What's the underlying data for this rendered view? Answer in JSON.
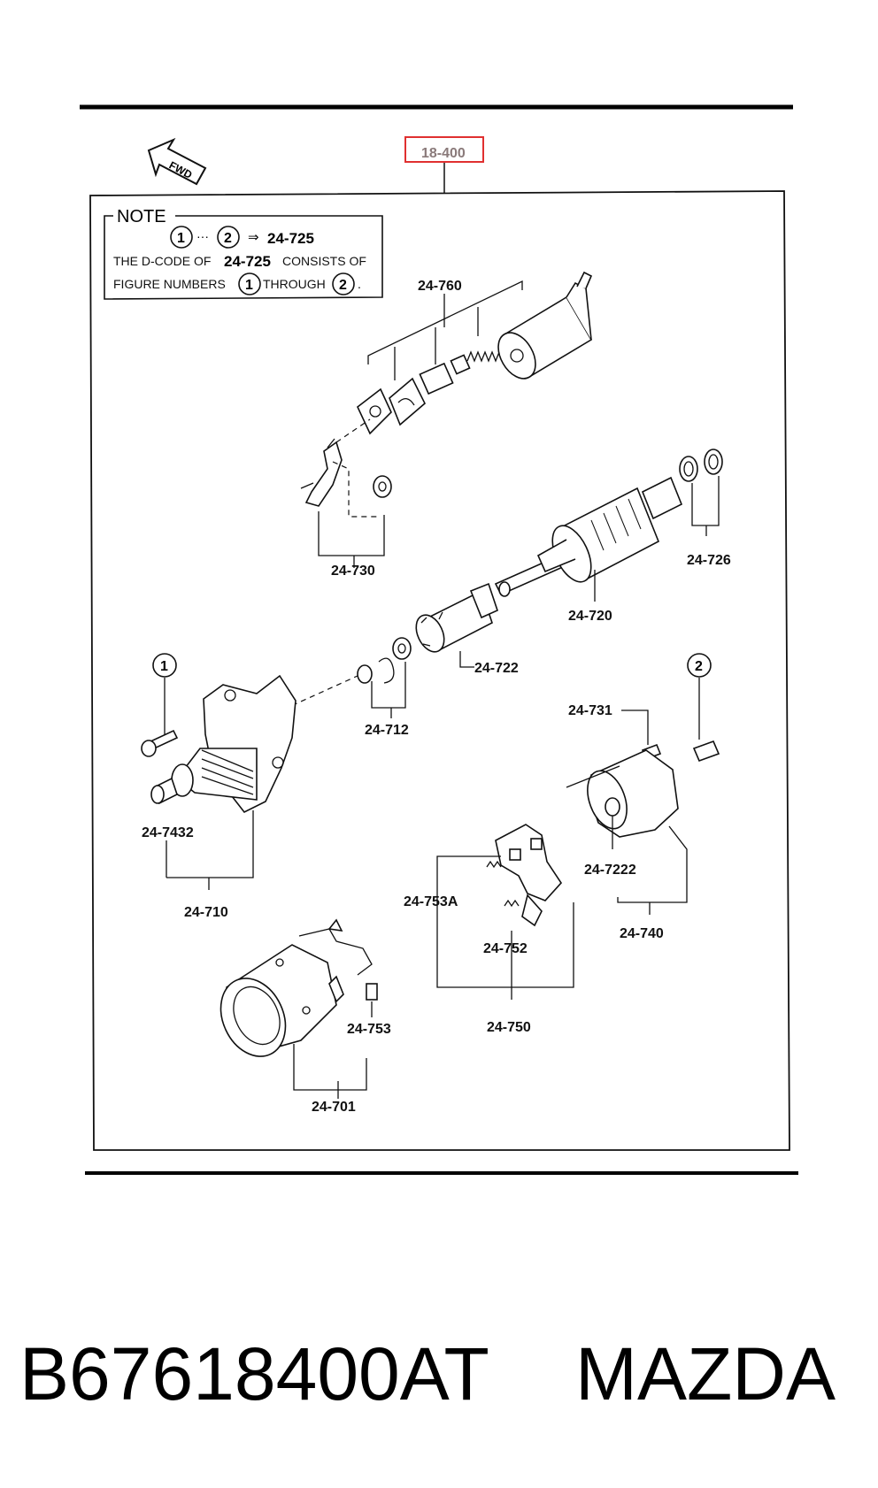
{
  "reference": "18-400",
  "fwd_label": "FWD",
  "note": {
    "title": "NOTE",
    "range_from": "1",
    "range_to": "2",
    "range_code": "24-725",
    "line2_prefix": "THE D-CODE OF",
    "line2_code": "24-725",
    "line2_suffix": "CONSISTS OF",
    "line3_prefix": "FIGURE NUMBERS",
    "line3_mid": "THROUGH",
    "line3_from": "1",
    "line3_to": "2"
  },
  "callouts": {
    "c1": "1",
    "c2": "2"
  },
  "parts": {
    "p24760": "24-760",
    "p24730": "24-730",
    "p24726": "24-726",
    "p24720": "24-720",
    "p24722": "24-722",
    "p24712": "24-712",
    "p24731": "24-731",
    "p247432": "24-7432",
    "p24710": "24-710",
    "p247222": "24-7222",
    "p24753A": "24-753A",
    "p24740": "24-740",
    "p24752": "24-752",
    "p24753": "24-753",
    "p24750": "24-750",
    "p24701": "24-701"
  },
  "footer": {
    "part_number": "B67618400AT",
    "brand": "MAZDA"
  }
}
